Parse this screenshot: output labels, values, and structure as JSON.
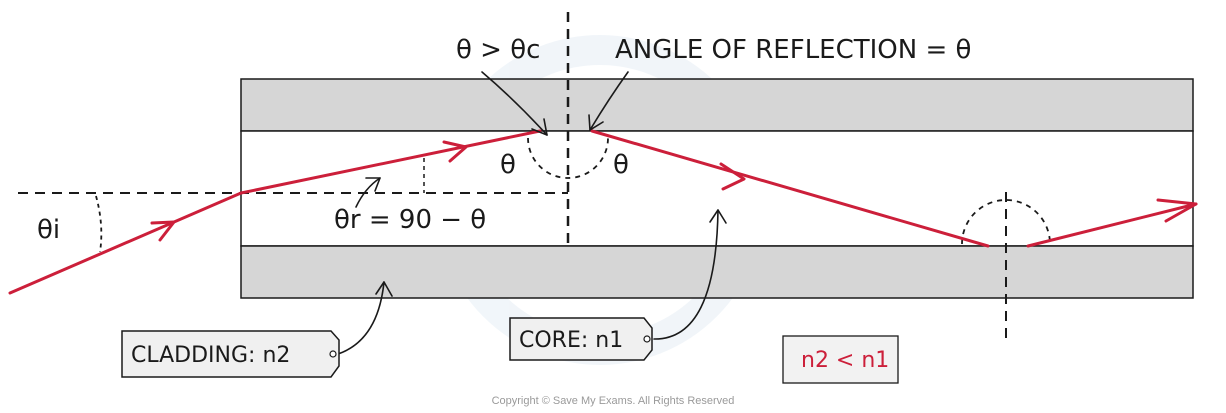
{
  "labels": {
    "theta_gt_thetac": "θ > θc",
    "angle_of_reflection": "ANGLE OF REFLECTION = θ",
    "theta_left": "θ",
    "theta_right": "θ",
    "theta_i": "θi",
    "theta_r": "θr = 90 − θ",
    "cladding": "CLADDING: n2",
    "core": "CORE: n1",
    "condition": "n2 < n1",
    "copyright": "Copyright © Save My Exams. All Rights Reserved"
  },
  "colors": {
    "ray": "#cc1f3a",
    "cladding_fill": "#d6d6d6",
    "outline": "#1a1a1a",
    "condition_box_fill": "#f2f2f2",
    "condition_text": "#cc1f3a",
    "tag_fill": "#f0f0f0",
    "watermark": "#e6eef5"
  }
}
